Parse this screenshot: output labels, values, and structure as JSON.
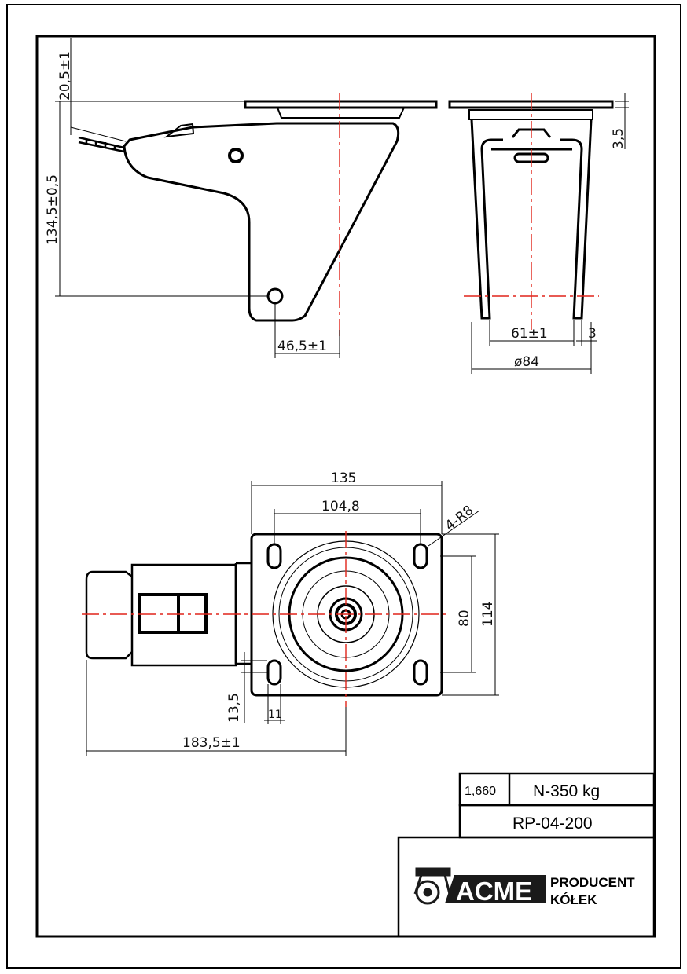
{
  "drawing": {
    "dimensions": {
      "plate_height": "20,5±1",
      "total_height": "134,5±0,5",
      "axle_offset": "46,5±1",
      "plate_thickness": "3,5",
      "inner_width": "61±1",
      "fork_thickness": "3",
      "wheel_diameter": "ø84",
      "plate_length": "135",
      "hole_spacing_x": "104,8",
      "slot_radius": "4-R8",
      "hole_spacing_y": "80",
      "plate_width": "114",
      "slot_length": "13,5",
      "slot_width": "11",
      "overall_length": "183,5±1"
    }
  },
  "title_block": {
    "weight": "1,660",
    "load": "N-350 kg",
    "part_number": "RP-04-200",
    "logo_text": "ACME",
    "company_line1": "PRODUCENT",
    "company_line2": "KÓŁEK"
  },
  "colors": {
    "line": "#000000",
    "center_line": "#e0241a",
    "logo_box": "#1a1a1a"
  }
}
